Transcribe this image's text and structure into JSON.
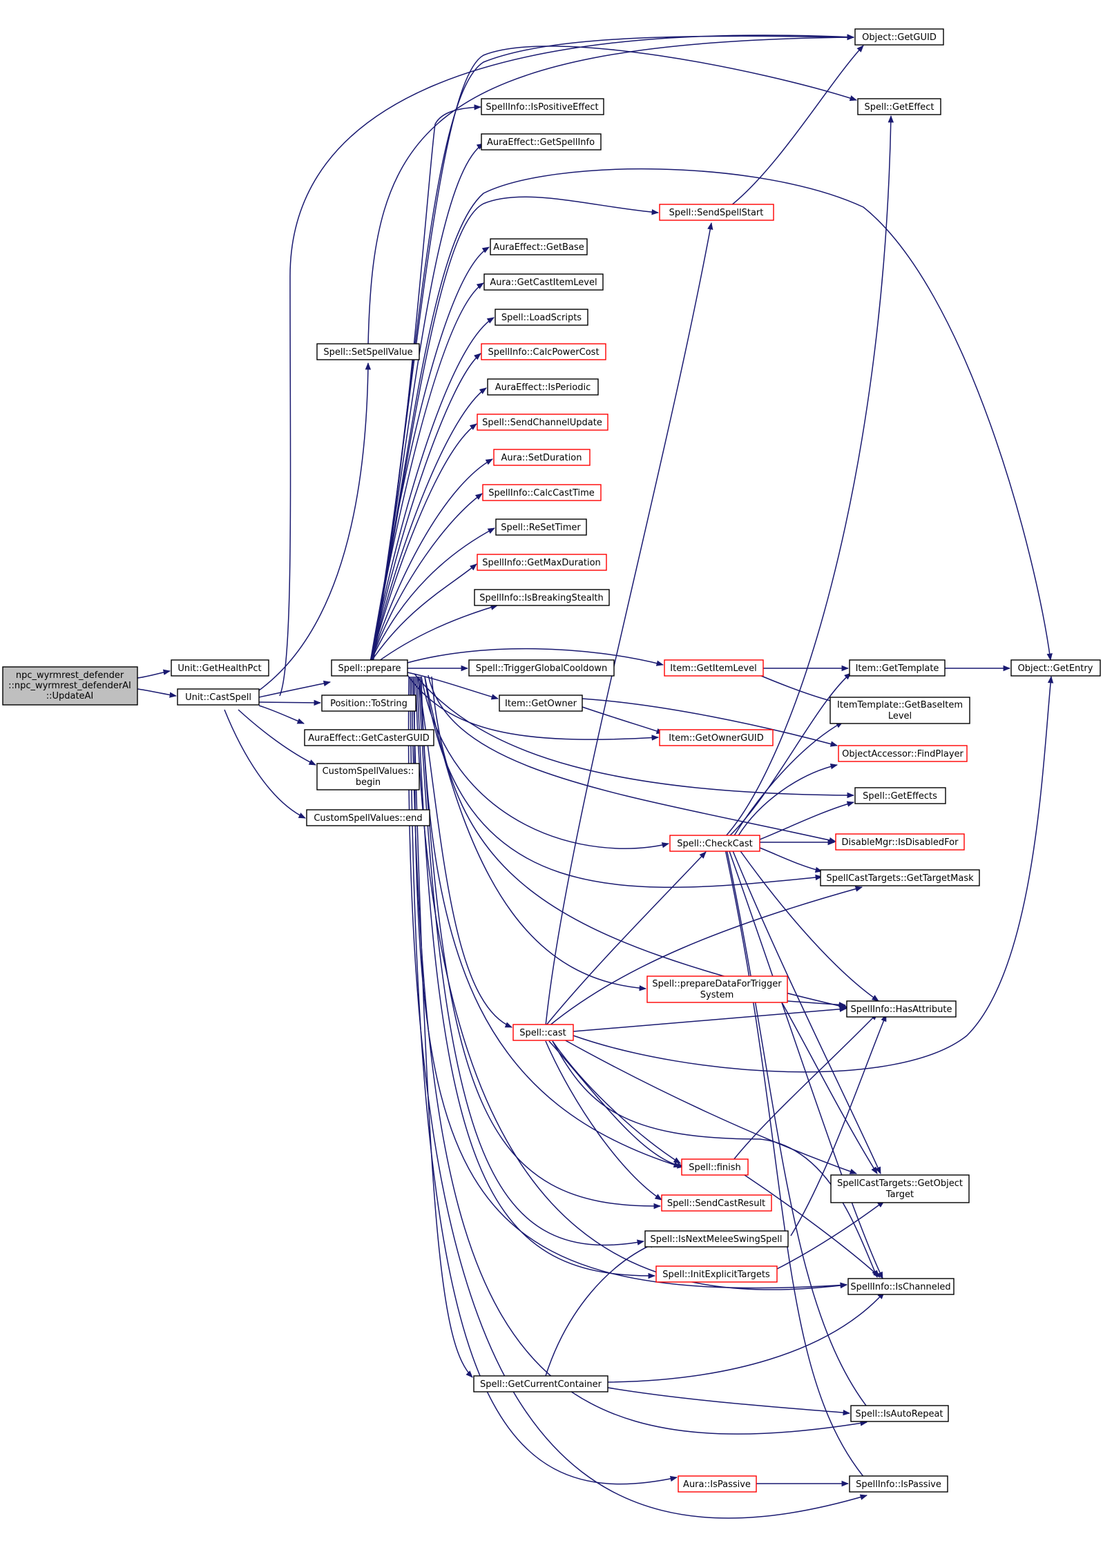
{
  "colors": {
    "edge": "#191970",
    "node_border": "#000000",
    "node_border_incomplete": "#ff0000",
    "root_fill": "#bfbfbf"
  },
  "nodes": {
    "root_l1": "npc_wyrmrest_defender",
    "root_l2": "::npc_wyrmrest_defenderAI",
    "root_l3": "::UpdateAI",
    "gethealthpct": "Unit::GetHealthPct",
    "castspell": "Unit::CastSpell",
    "setspellvalue": "Spell::SetSpellValue",
    "prepare": "Spell::prepare",
    "tostring": "Position::ToString",
    "getcasterguid": "AuraEffect::GetCasterGUID",
    "csv_begin_l1": "CustomSpellValues::",
    "csv_begin_l2": "begin",
    "csv_end": "CustomSpellValues::end",
    "ispositiveeffect": "SpellInfo::IsPositiveEffect",
    "aureff_getspellinfo": "AuraEffect::GetSpellInfo",
    "sendspellstart": "Spell::SendSpellStart",
    "getbase": "AuraEffect::GetBase",
    "getcastitemlevel": "Aura::GetCastItemLevel",
    "loadscripts": "Spell::LoadScripts",
    "calcpowercost": "SpellInfo::CalcPowerCost",
    "isperiodic": "AuraEffect::IsPeriodic",
    "sendchannelupdate": "Spell::SendChannelUpdate",
    "setduration": "Aura::SetDuration",
    "calccasttime": "SpellInfo::CalcCastTime",
    "resettimer": "Spell::ReSetTimer",
    "getmaxduration": "SpellInfo::GetMaxDuration",
    "isbreakingstealth": "SpellInfo::IsBreakingStealth",
    "triggerglobalcooldown": "Spell::TriggerGlobalCooldown",
    "getitemlevel": "Item::GetItemLevel",
    "getowner": "Item::GetOwner",
    "getownerguid": "Item::GetOwnerGUID",
    "checkcast": "Spell::CheckCast",
    "preparedatafortrigger_l1": "Spell::prepareDataForTrigger",
    "preparedatafortrigger_l2": "System",
    "cast": "Spell::cast",
    "finish": "Spell::finish",
    "sendcastresult": "Spell::SendCastResult",
    "isnextmeleeswingspell": "Spell::IsNextMeleeSwingSpell",
    "initexplicittargets": "Spell::InitExplicitTargets",
    "getcurrentcontainer": "Spell::GetCurrentContainer",
    "aura_ispassive": "Aura::IsPassive",
    "getguid": "Object::GetGUID",
    "geteffect": "Spell::GetEffect",
    "gettemplate": "Item::GetTemplate",
    "getbaseitemlevel_l1": "ItemTemplate::GetBaseItem",
    "getbaseitemlevel_l2": "Level",
    "findplayer": "ObjectAccessor::FindPlayer",
    "geteffects": "Spell::GetEffects",
    "isdisabledfor": "DisableMgr::IsDisabledFor",
    "gettargetmask": "SpellCastTargets::GetTargetMask",
    "hasattribute": "SpellInfo::HasAttribute",
    "getobjecttarget_l1": "SpellCastTargets::GetObject",
    "getobjecttarget_l2": "Target",
    "ischanneled": "SpellInfo::IsChanneled",
    "isautorepeat": "Spell::IsAutoRepeat",
    "spellinfo_ispassive": "SpellInfo::IsPassive",
    "getentry": "Object::GetEntry"
  }
}
